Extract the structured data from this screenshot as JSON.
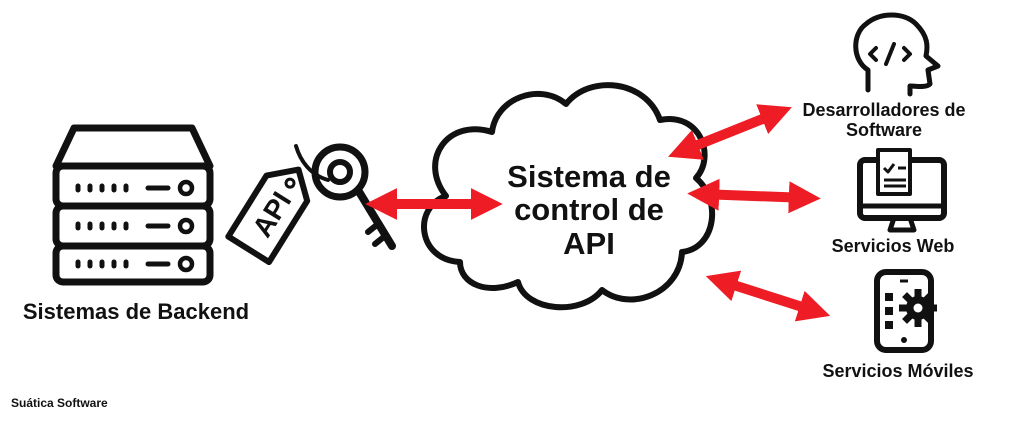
{
  "nodes": {
    "backend": {
      "label": "Sistemas de Backend",
      "icon": "server-rack-icon"
    },
    "api_key": {
      "tag_text": "API",
      "icon": "key-with-tag-icon"
    },
    "gateway": {
      "line1": "Sistema de",
      "line2": "control de",
      "line3": "API",
      "icon": "cloud-icon"
    },
    "developers": {
      "line1": "Desarrolladores de",
      "line2": "Software",
      "icon": "developer-head-code-icon"
    },
    "web": {
      "label": "Servicios Web",
      "icon": "desktop-monitor-icon"
    },
    "mobile": {
      "label": "Servicios Móviles",
      "icon": "smartphone-gear-icon"
    }
  },
  "footer": {
    "credit": "Suática Software"
  },
  "colors": {
    "arrow": "#ee1c24",
    "ink": "#111111",
    "background": "#ffffff"
  }
}
